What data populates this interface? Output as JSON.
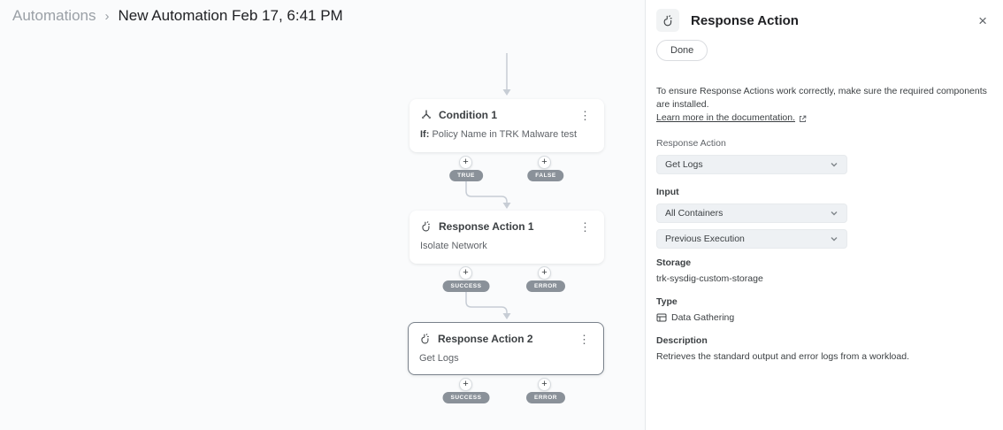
{
  "breadcrumb": {
    "parent": "Automations",
    "separator": "›",
    "current": "New Automation Feb 17, 6:41 PM"
  },
  "canvas": {
    "menu_icon": "⋮",
    "plus_label": "+",
    "nodes": [
      {
        "title": "Condition 1",
        "body_prefix": "If:",
        "body": " Policy Name in TRK Malware test",
        "outputs": [
          "TRUE",
          "FALSE"
        ],
        "selected": false
      },
      {
        "title": "Response Action 1",
        "body": "Isolate Network",
        "outputs": [
          "SUCCESS",
          "ERROR"
        ],
        "selected": false
      },
      {
        "title": "Response Action 2",
        "body": "Get Logs",
        "outputs": [
          "SUCCESS",
          "ERROR"
        ],
        "selected": true
      }
    ]
  },
  "panel": {
    "title": "Response Action",
    "close_label": "×",
    "done_button": "Done",
    "info_text": "To ensure Response Actions work correctly, make sure the required components are installed.",
    "info_link": "Learn more in the documentation.",
    "fields": {
      "response_action_label": "Response Action",
      "response_action_value": "Get Logs",
      "input_label": "Input",
      "input_value_1": "All Containers",
      "input_value_2": "Previous Execution",
      "storage_label": "Storage",
      "storage_value": "trk-sysdig-custom-storage",
      "type_label": "Type",
      "type_value": "Data Gathering",
      "description_label": "Description",
      "description_value": "Retrieves the standard output and error logs from a workload."
    }
  },
  "colors": {
    "canvas_bg": "#fafbfc",
    "panel_bg": "#ffffff",
    "pill_bg": "#8a9199",
    "connector": "#c7cdd5",
    "text_primary": "#202124",
    "text_secondary": "#5f6368",
    "select_bg": "#eef1f4",
    "selected_border": "#7a828c"
  }
}
